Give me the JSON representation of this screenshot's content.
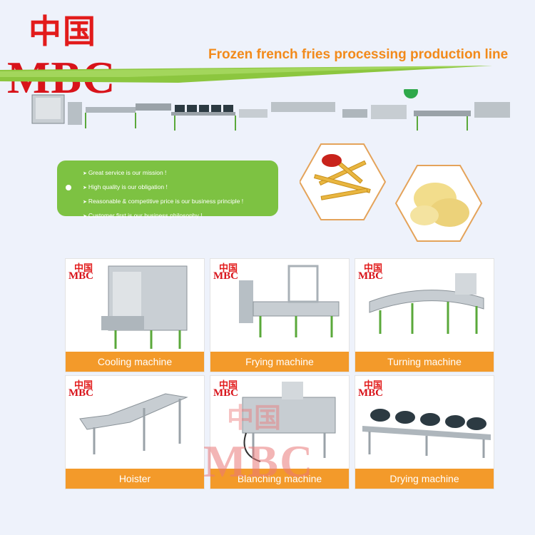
{
  "brand": {
    "chinese_logo": "中国",
    "latin_logo": "MBC",
    "colors": {
      "red": "#e21b1b",
      "green": "#7dc242",
      "orange": "#f39a2a"
    }
  },
  "headline": "Frozen french fries processing production line",
  "bullets": [
    "Great service is our mission !",
    "High quality is our obligation !",
    "Reasonable & competitive price is our business principle !",
    "Customer first is our business philosophy !"
  ],
  "cards": [
    {
      "logo_cn": "中国",
      "logo_mbc": "MBC",
      "label": "Cooling machine"
    },
    {
      "logo_cn": "中国",
      "logo_mbc": "MBC",
      "label": "Frying machine"
    },
    {
      "logo_cn": "中国",
      "logo_mbc": "MBC",
      "label": "Turning machine"
    },
    {
      "logo_cn": "中国",
      "logo_mbc": "MBC",
      "label": "Hoister"
    },
    {
      "logo_cn": "中国",
      "logo_mbc": "MBC",
      "label": "Blanching machine"
    },
    {
      "logo_cn": "中国",
      "logo_mbc": "MBC",
      "label": "Drying machine"
    }
  ],
  "watermark": {
    "cn": "中国",
    "mbc": "MBC"
  }
}
